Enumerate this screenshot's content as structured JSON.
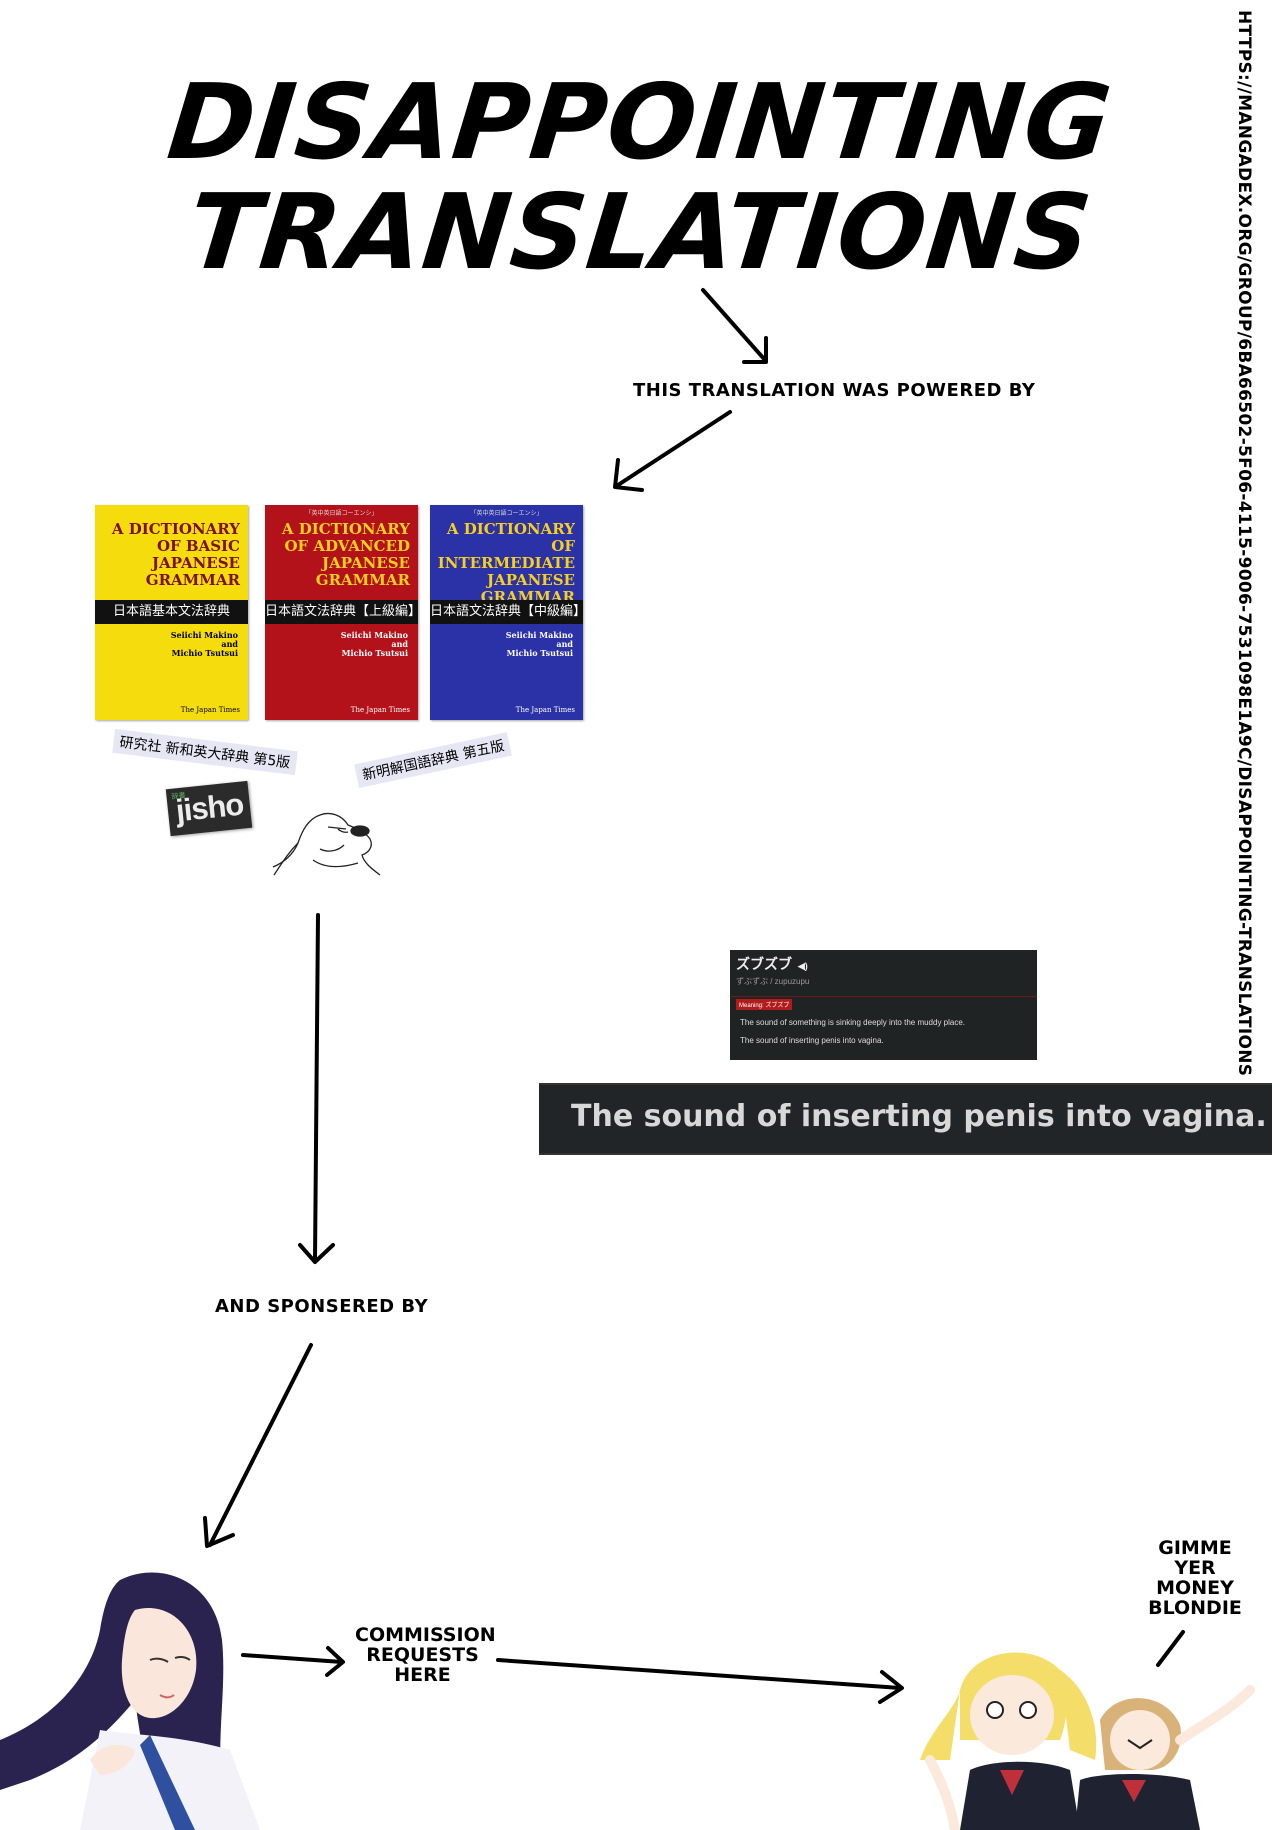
{
  "title": {
    "line1": "DISAPPOINTING",
    "line2": "TRANSLATIONS"
  },
  "url_text": "HTTPS://MANGADEX.ORG/GROUP/6BA66502-5F06-4115-9006-7531098E1A9C/DISAPPOINTING-TRANSLATIONS",
  "labels": {
    "powered_by": "THIS TRANSLATION WAS POWERED BY",
    "sponsored_by": "AND SPONSERED BY",
    "commission_1": "COMMISSION",
    "commission_2": "REQUESTS",
    "commission_3": "HERE",
    "gimme_1": "GIMME",
    "gimme_2": "YER",
    "gimme_3": "MONEY",
    "gimme_4": "BLONDIE"
  },
  "books": [
    {
      "title_1": "A DICTIONARY",
      "title_2": "OF BASIC",
      "title_3": "JAPANESE",
      "title_4": "GRAMMAR",
      "band": "日本語基本文法辞典",
      "author_1": "Seiichi Makino",
      "author_2": "and",
      "author_3": "Michio Tsutsui",
      "publisher": "The Japan Times",
      "color": "#f5dc0c",
      "title_color": "#7a1010",
      "topnote": ""
    },
    {
      "title_1": "A DICTIONARY",
      "title_2": "OF ADVANCED",
      "title_3": "JAPANESE",
      "title_4": "GRAMMAR",
      "band": "日本語文法辞典【上級編】",
      "author_1": "Seiichi Makino",
      "author_2": "and",
      "author_3": "Michio Tsutsui",
      "publisher": "The Japan Times",
      "color": "#b3121b",
      "title_color": "#f5d020",
      "topnote": "「英中英日語コーエンシ」"
    },
    {
      "title_1": "A DICTIONARY OF",
      "title_2": "INTERMEDIATE",
      "title_3": "JAPANESE",
      "title_4": "GRAMMAR",
      "band": "日本語文法辞典【中級編】",
      "author_1": "Seiichi Makino",
      "author_2": "and",
      "author_3": "Michio Tsutsui",
      "publisher": "The Japan Times",
      "color": "#2b31a6",
      "title_color": "#f5d020",
      "topnote": "「英中英日語コーエンシ」"
    }
  ],
  "stickers": {
    "kenkyusha": "研究社 新和英大辞典 第5版",
    "shinmeikai": "新明解国語辞典 第五版",
    "jisho": "jisho",
    "jisho_small": "辞書"
  },
  "dict_entry": {
    "word": "ズブズブ",
    "reading": "ずぶずぶ / zupuzupu",
    "meaning_tag": "Meaning:",
    "meaning_word": "ズブズブ",
    "line1": "The sound of something is sinking deeply into the muddy place.",
    "line2": "The sound of inserting penis into vagina."
  },
  "dict_big": "The sound of inserting penis into vagina."
}
